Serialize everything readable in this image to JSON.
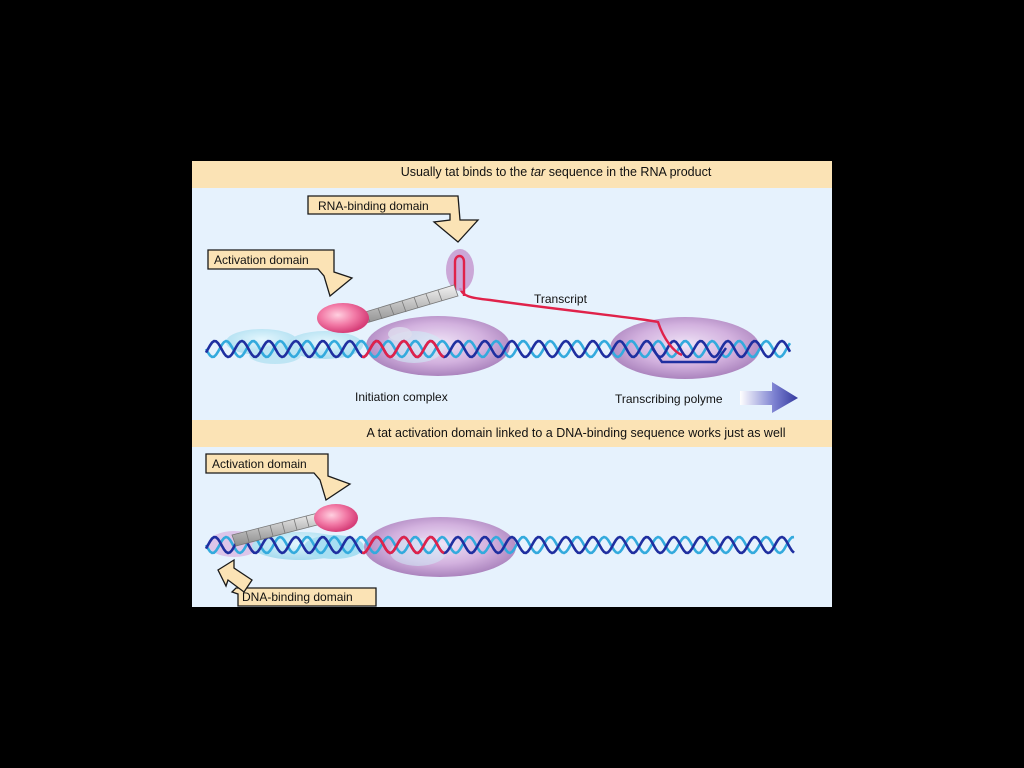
{
  "colors": {
    "page_background": "#000000",
    "panel_background": "#e6f2fd",
    "banner": "#fbe3b5",
    "callout_fill": "#fbe3b5",
    "callout_stroke": "#1a1a1a",
    "dna_dark": "#1f2fa0",
    "dna_light": "#33aadd",
    "rna": "#e0224a",
    "complex": "#b37dc0",
    "activation_domain": "#ee5a8a",
    "arrow": "#3a3fa6"
  },
  "panel_top": {
    "banner_before": "Usually tat binds to the ",
    "banner_italic": "tar",
    "banner_after": " sequence in the RNA product",
    "rna_binding_label": "RNA-binding domain",
    "activation_label": "Activation domain",
    "transcript_label": "Transcript",
    "initiation_label": "Initiation complex",
    "polymerase_label": "Transcribing polyme"
  },
  "panel_bottom": {
    "banner": "A tat activation domain linked to a DNA-binding sequence works just as well",
    "activation_label": "Activation domain",
    "dna_binding_label": "DNA-binding domain"
  }
}
